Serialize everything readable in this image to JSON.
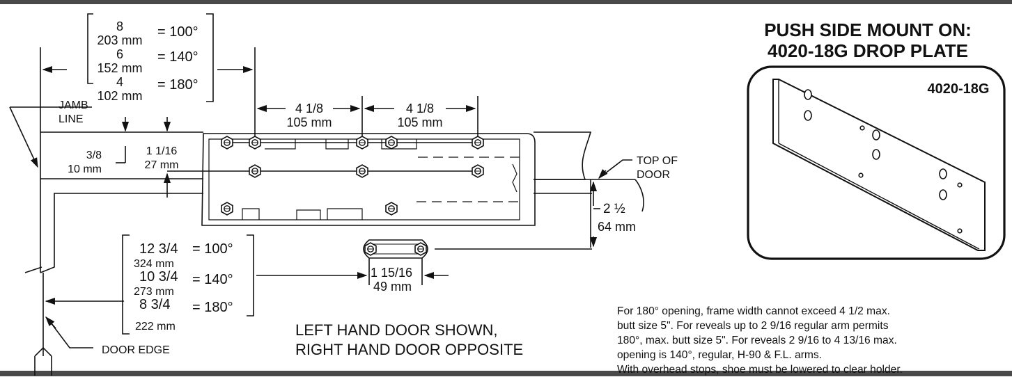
{
  "plate_heading": {
    "line1": "PUSH SIDE MOUNT ON:",
    "line2": "4020-18G DROP PLATE"
  },
  "plate_label": "4020-18G",
  "top_dimension_table": {
    "rows": [
      {
        "inch": "8",
        "mm": "203 mm",
        "angle": "= 100°"
      },
      {
        "inch": "6",
        "mm": "152 mm",
        "angle": "= 140°"
      },
      {
        "inch": "4",
        "mm": "102 mm",
        "angle": "= 180°"
      }
    ]
  },
  "bottom_dimension_table": {
    "rows": [
      {
        "inch": "12 3/4",
        "mm": "324 mm",
        "angle": "= 100°"
      },
      {
        "inch": "10 3/4",
        "mm": "273 mm",
        "angle": "= 140°"
      },
      {
        "inch": "8 3/4",
        "mm": "222 mm",
        "angle": "= 180°"
      }
    ]
  },
  "labels": {
    "jamb_line_1": "JAMB",
    "jamb_line_2": "LINE",
    "top_of_door_1": "TOP OF",
    "top_of_door_2": "DOOR",
    "door_edge": "DOOR EDGE",
    "spacing_a_in": "4 1/8",
    "spacing_a_mm": "105 mm",
    "spacing_b_in": "4 1/8",
    "spacing_b_mm": "105 mm",
    "offset_a_in": "3/8",
    "offset_a_mm": "10 mm",
    "offset_b_in": "1 1/16",
    "offset_b_mm": "27 mm",
    "drop_in": "2 ½",
    "drop_mm": "64 mm",
    "shoe_in": "1 15/16",
    "shoe_mm": "49 mm",
    "hand_line1": "LEFT HAND DOOR SHOWN,",
    "hand_line2": "RIGHT HAND DOOR OPPOSITE"
  },
  "note_lines": [
    "For 180° opening, frame width cannot exceed 4 1/2 max.",
    "butt size 5\".  For reveals up to 2 9/16 regular arm permits",
    "180°, max. butt size 5\". For reveals 2 9/16 to 4 13/16 max.",
    "opening is 140°, regular, H-90 & F.L. arms.",
    "With overhead stops, shoe must be lowered to clear holder."
  ]
}
